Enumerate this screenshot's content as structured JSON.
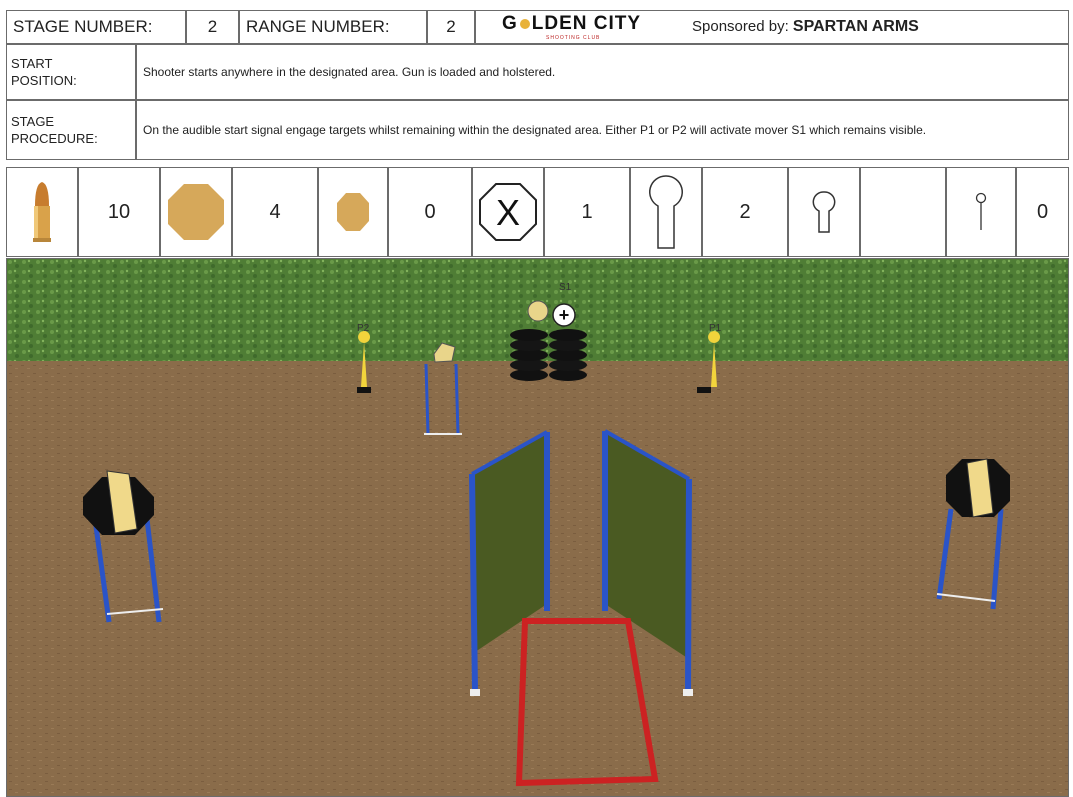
{
  "header": {
    "stage_label": "STAGE NUMBER:",
    "stage_value": "2",
    "range_label": "RANGE NUMBER:",
    "range_value": "2",
    "logo_title_left": "G",
    "logo_title_right": "LDEN CITY",
    "logo_subtitle": "SHOOTING CLUB",
    "sponsor_label": "Sponsored by:",
    "sponsor_name": "SPARTAN ARMS"
  },
  "start_position": {
    "label_line1": "START",
    "label_line2": "POSITION:",
    "text": "Shooter starts anywhere in the designated area. Gun is loaded and holstered."
  },
  "stage_procedure": {
    "label_line1": "STAGE",
    "label_line2": "PROCEDURE:",
    "text": "On the audible start signal engage targets whilst remaining within the designated area.  Either P1  or P2 will activate mover S1 which remains visible."
  },
  "counts": {
    "rounds": "10",
    "large_plates": "4",
    "small_plates": "0",
    "no_shoot": "1",
    "keyhole_targets": "2",
    "mini_keyhole_targets": "",
    "pin_targets": "0"
  },
  "icons": [
    "cartridge-icon",
    "large-octagon-plate-icon",
    "small-octagon-plate-icon",
    "no-shoot-icon",
    "keyhole-target-icon",
    "mini-keyhole-target-icon",
    "pin-target-icon"
  ],
  "scene_labels": {
    "p1": "P1",
    "p2": "P2",
    "s1": "S1"
  },
  "colors": {
    "grass": "#4f7d35",
    "dirt": "#8a6c4a",
    "stand": "#2a54c8",
    "frame": "#cc2222",
    "target": "#f0d040",
    "plate": "#d6a85a",
    "panel": "#4a5a22"
  }
}
